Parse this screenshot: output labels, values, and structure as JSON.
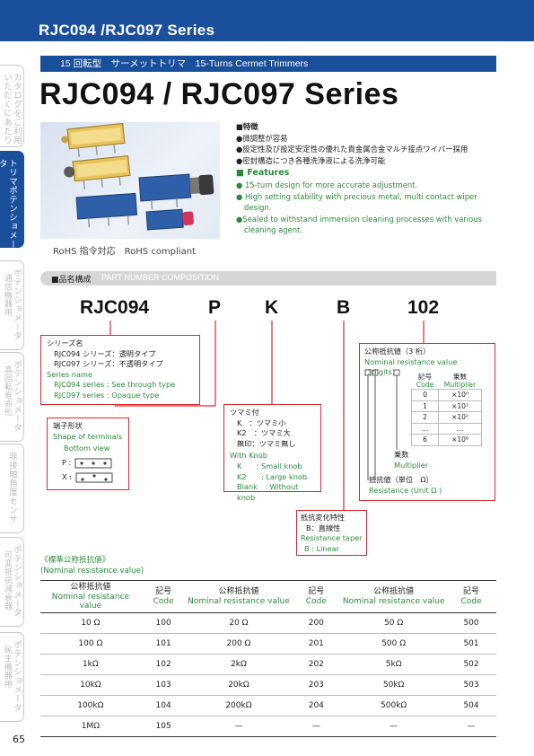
{
  "header": {
    "series_title": "RJC094 /RJC097 Series"
  },
  "sidebar": {
    "tabs": [
      {
        "label": "カタログをご利用いただくにあたり",
        "label2": ""
      },
      {
        "label": "トリマポテンショメータ",
        "label2": ""
      },
      {
        "label": "ポテンショメータ",
        "label2": "通信機器用"
      },
      {
        "label": "ポテンショメータ",
        "label2": "高回転寿命形"
      },
      {
        "label": "非接触角度センサ",
        "label2": ""
      },
      {
        "label": "ポテンショメータ",
        "label2": "可変抵抗減衰器"
      },
      {
        "label": "ポテンショメータ",
        "label2": "民生機器用"
      }
    ]
  },
  "subheader": "15 回転型　サーメットトリマ　15-Turns Cermet Trimmers",
  "title": "RJC094 / RJC097 Series",
  "rohs": "RoHS 指令対応　RoHS compliant",
  "features": {
    "jp_header": "■特徴",
    "jp": [
      "●微調整が容易",
      "●設定性及び設定安定性の優れた貴金属合金マルチ接点ワイパー採用",
      "●密封構造につき各種洗浄液による洗浄可能"
    ],
    "en_header": "■ Features",
    "en": [
      "● 15-turn design for more accurate adjustment.",
      "● High setting stability with precious metal, multi contact wiper design.",
      "●Sealed to withstand immersion cleaning processes with various cleaning agent."
    ]
  },
  "part_number": {
    "bar_jp": "■品名構成",
    "bar_en": "PART NUMBER COMPOSITION",
    "codes": [
      "RJC094",
      "P",
      "K",
      "B",
      "102"
    ],
    "series_box": [
      "シリーズ名",
      "RJC094 シリーズ：透明タイプ",
      "RJC097 シリーズ：不透明タイプ",
      "Series name",
      "RJC094 series : See through type",
      "RJC097 series : Opaque type"
    ],
    "terminal_box": [
      "端子形状",
      "Shape of terminals",
      "Bottom view",
      "P :",
      "X :"
    ],
    "knob_box": [
      "ツマミ付",
      "K　：ツマミ小",
      "K2　：ツマミ大",
      "無印：ツマミ無し",
      "With Knob",
      "K　　: Small knob",
      "K2　　: Large knob",
      "Blank　: Without knob"
    ],
    "taper_box": [
      "抵抗変化特性",
      "B：直線性",
      "Resistance taper",
      "B : Linear"
    ],
    "resist_box": {
      "jp": "公称抵抗値（3 桁）",
      "en": "Nominal resistance value (3digits)",
      "hdr_code_jp": "記号",
      "hdr_code_en": "Code",
      "hdr_mult_jp": "乗数",
      "hdr_mult_en": "Multiplier",
      "rows": [
        [
          "0",
          "×10⁰"
        ],
        [
          "1",
          "×10¹"
        ],
        [
          "2",
          "×10²"
        ],
        [
          "…",
          "…"
        ],
        [
          "6",
          "×10⁶"
        ]
      ],
      "mult_jp": "乗数",
      "mult_en": "Multiplier",
      "unit_jp": "抵抗値（単位　Ω）",
      "unit_en": "Resistance (Unit Ω )"
    }
  },
  "standard": {
    "label_jp": "《標準公称抵抗値》",
    "label_en": "(Nominal resistance value)",
    "headers": [
      {
        "jp": "公称抵抗値",
        "en": "Nominal resistance value"
      },
      {
        "jp": "記号",
        "en": "Code"
      },
      {
        "jp": "公称抵抗値",
        "en": "Nominal resistance value"
      },
      {
        "jp": "記号",
        "en": "Code"
      },
      {
        "jp": "公称抵抗値",
        "en": "Nominal resistance value"
      },
      {
        "jp": "記号",
        "en": "Code"
      }
    ],
    "rows": [
      [
        "10 Ω",
        "100",
        "20 Ω",
        "200",
        "50 Ω",
        "500"
      ],
      [
        "100 Ω",
        "101",
        "200 Ω",
        "201",
        "500 Ω",
        "501"
      ],
      [
        "1kΩ",
        "102",
        "2kΩ",
        "202",
        "5kΩ",
        "502"
      ],
      [
        "10kΩ",
        "103",
        "20kΩ",
        "203",
        "50kΩ",
        "503"
      ],
      [
        "100kΩ",
        "104",
        "200kΩ",
        "204",
        "500kΩ",
        "504"
      ],
      [
        "1MΩ",
        "105",
        "—",
        "—",
        "—",
        "—"
      ]
    ]
  },
  "page_number": "65",
  "colors": {
    "brand_blue": "#1a4f9c",
    "green": "#2a8a3a",
    "red": "#d9272e"
  }
}
